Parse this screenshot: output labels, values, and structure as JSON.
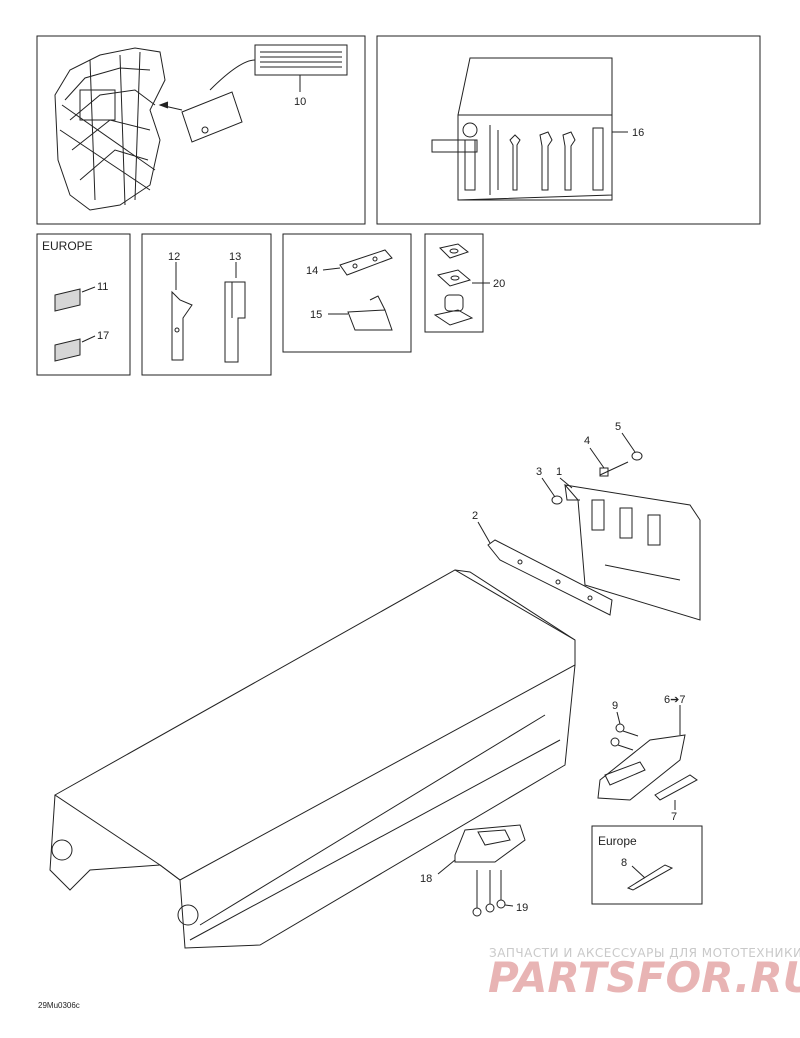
{
  "callouts": {
    "p1": "1",
    "p2": "2",
    "p3": "3",
    "p4": "4",
    "p5": "5",
    "p6": "6➔7",
    "p7": "7",
    "p8": "8",
    "p9": "9",
    "p10": "10",
    "p11": "11",
    "p12": "12",
    "p13": "13",
    "p14": "14",
    "p15": "15",
    "p16": "16",
    "p17": "17",
    "p18": "18",
    "p19": "19",
    "p20": "20"
  },
  "regions": {
    "europe_upper": "EUROPE",
    "europe_lower": "Europe"
  },
  "watermark": {
    "caption": "ЗАПЧАСТИ И АКСЕССУАРЫ ДЛЯ МОТОТЕХНИКИ",
    "brand": "PARTSFOR.RU"
  },
  "drawing_code": "29Mu0306c"
}
